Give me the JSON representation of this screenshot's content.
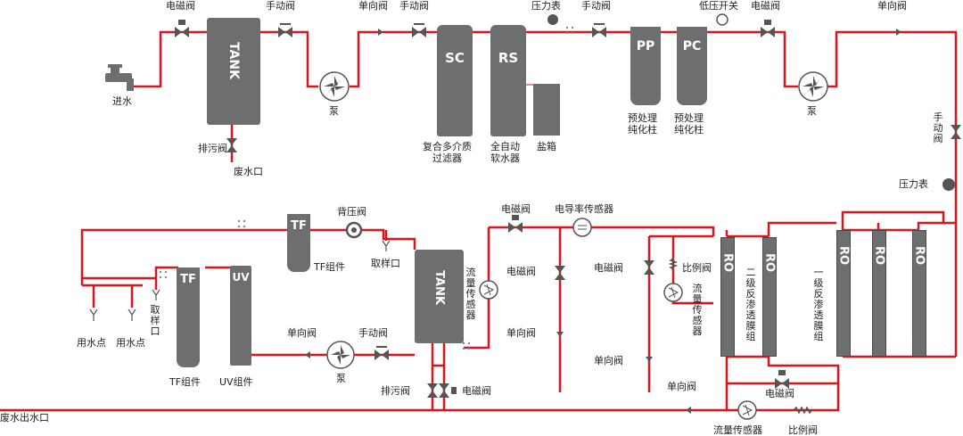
{
  "labels": {
    "inlet": "进水",
    "solenoid_1": "电磁阀",
    "tank_1": "TANK",
    "manual_1": "手动阀",
    "drain_valve_1": "排污阀",
    "waste_outlet_1": "废水口",
    "pump_1": "泵",
    "check_1": "单向阀",
    "manual_2": "手动阀",
    "sc": "SC",
    "rs": "RS",
    "pressure_1": "压力表",
    "multimedia_filter": "复合多介质\n过滤器",
    "softener": "全自动\n软水器",
    "salt_box": "盐箱",
    "manual_3": "手动阀",
    "pp": "PP",
    "pc": "PC",
    "pretreat_1": "预处理\n纯化柱",
    "pretreat_2": "预处理\n纯化柱",
    "low_pressure_switch": "低压开关",
    "solenoid_2": "电磁阀",
    "check_2": "单向阀",
    "pump_2": "泵",
    "manual_4": "手动阀",
    "pressure_2": "压力表",
    "solenoid_3": "电磁阀",
    "conductivity": "电导率传感器",
    "solenoid_4": "电磁阀",
    "solenoid_5": "电磁阀",
    "ratio_1": "比例阀",
    "flow_1": "流量传感器",
    "check_3": "单向阀",
    "check_4": "单向阀",
    "check_5": "单向阀",
    "ro": "RO",
    "ro2_group": "二级反渗透膜组",
    "ro1_group": "一级反渗透膜组",
    "solenoid_6": "电磁阀",
    "flow_2": "流量传感器",
    "ratio_2": "比例阀",
    "waste_outlet_2": "废水出水口",
    "tank_2": "TANK",
    "flow_3": "流量传感器",
    "drain_valve_2": "排污阀",
    "solenoid_7": "电磁阀",
    "pump_3": "泵",
    "check_6": "单向阀",
    "manual_5": "手动阀",
    "back_pressure": "背压阀",
    "sample_1": "取样口",
    "tf": "TF",
    "tf_group_1": "TF组件",
    "tf_group_2": "TF组件",
    "uv": "UV",
    "uv_group": "UV组件",
    "sample_2": "取样口",
    "use_point_1": "用水点",
    "use_point_2": "用水点"
  },
  "colors": {
    "pipe": "#d7171f",
    "equipment": "#6d6e70",
    "text": "#222222"
  }
}
